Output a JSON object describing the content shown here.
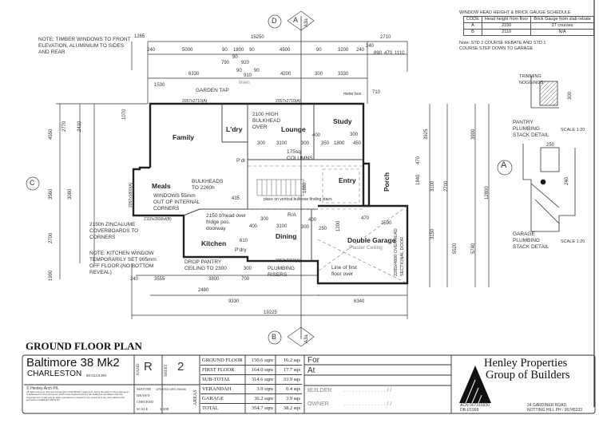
{
  "notes": {
    "timber": "NOTE: TIMBER WINDOWS TO FRONT ELEVATION, ALUMINIUM TO SIDES AND REAR",
    "garden_tap": "GARDEN TAP",
    "bulkhead": "2100 HIGH BULKHEAD OVER",
    "columns": "175sq COLUMNS",
    "bulkheads": "BULKHEADS TO 2260h",
    "windows": "WINDOWS 55mm OUT OF INTERNAL CORNERS",
    "zincalume": "2150h ZINCALUME COVERBOARDS TO CORNERS",
    "kitchen_window": "NOTE: KITCHEN WINDOW TEMPORARILY SET 905mm OFF FLOOR (NO BOTTOM REVEAL)",
    "fridge": "2150 b'head over fridge pos. doorway",
    "pantry_ceiling": "DROP PANTRY CEILING TO 2300",
    "plumbing_risers": "PLUMBING RISERS",
    "first_floor": "Line of first floor over",
    "plaster": "Plaster Ceiling",
    "sectional": "2285x4800 OVERHEAD SECTIONAL DOOR",
    "stair": "place on vertical bullnose finding stairs",
    "linen": "linen",
    "ra": "R/A",
    "meter": "meter box"
  },
  "rooms": {
    "family": "Family",
    "laundry": "L'dry",
    "lounge": "Lounge",
    "study": "Study",
    "meals": "Meals",
    "entry": "Entry",
    "porch": "Porch",
    "kitchen": "Kitchen",
    "dining": "Dining",
    "garage": "Double Garage",
    "pantry": "P'dry",
    "pwd": "P'dr"
  },
  "dims": {
    "top": [
      "1265",
      "15250",
      "2710",
      "240",
      "5000",
      "90",
      "1800",
      "90",
      "4500",
      "90",
      "3200",
      "240",
      "240",
      "890",
      "470",
      "1110",
      "790",
      "90",
      "920",
      "90",
      "910",
      "90",
      "6330",
      "4200",
      "300",
      "3330",
      "1530",
      "710"
    ],
    "bottom": [
      "240",
      "3555",
      "3800",
      "700",
      "2480",
      "9330",
      "6340",
      "19225"
    ],
    "left": [
      "4550",
      "2770",
      "2410",
      "3560",
      "3080",
      "2700",
      "1990",
      "1070"
    ],
    "right": [
      "3925",
      "3900",
      "1840",
      "3100",
      "2700",
      "3150",
      "5520",
      "5740",
      "12800",
      "470"
    ],
    "inner": [
      "300",
      "3100",
      "300",
      "400",
      "350",
      "1800",
      "300",
      "450",
      "400",
      "300",
      "3100",
      "300",
      "400",
      "1880",
      "1200",
      "470",
      "2590",
      "250",
      "435",
      "610",
      "300"
    ]
  },
  "window_tags": [
    "2057x2710(A)",
    "2057x2710(A)",
    "2057x2710(A)",
    "2110x2890vl(B)",
    "2057x1800(A)"
  ],
  "sections": {
    "d": "D",
    "b": "B",
    "c": "C",
    "a": "A",
    "a3a": "A3a"
  },
  "schedule": {
    "title": "WINDOW HEAD HEIGHT & BRICK GAUGE SCHEDULE",
    "headers": [
      "CODE",
      "Head height from floor",
      "Brick Gauge from slab rebate"
    ],
    "rows": [
      [
        "A",
        "2150",
        "27 courses"
      ],
      [
        "B",
        "2110",
        "N/A"
      ]
    ],
    "note": "Note: STD 2 COURSE REBATE AND STD 1 COURSE STEP DOWN TO GARAGE"
  },
  "details": {
    "trimming": "TRIMMING NOGGINGS",
    "pantry_stack": "PANTRY PLUMBING STACK DETAIL",
    "garage_stack": "GARAGE PLUMBING STACK DETAIL",
    "scale": "SCALE 1:20",
    "d300": "300",
    "d250": "250",
    "d240": "240",
    "label_a": "A"
  },
  "plan_title": "GROUND FLOOR PLAN",
  "title_block": {
    "design": "Baltimore 38 Mk2",
    "facade": "CHARLESTON",
    "facade_code": "90.013.8.RH",
    "hand_label": "HAND",
    "hand": "R",
    "sheet_label": "SHEET",
    "sheet": "2",
    "copyright": "© Henley Arch P/L",
    "copyright_text": "All rights reserved - this set of drawings is COPYRIGHT. Apart from use by the party to whom this report is addressed for the purpose for which it was supplied and any fair dealing as permitted under the Copyright Act no part may be used, reproduced or copied by any means or in any form without prior permission of HENLEY ARCH P/L",
    "matter_label": "MATTER",
    "matter": "UPDATED DRG 25/5/06",
    "drawn_label": "DRAWN",
    "checked_label": "CHECKED",
    "scale_label": "SCALE",
    "scale": "1:100",
    "areas_label": "AREAS",
    "areas": [
      {
        "name": "GROUND FLOOR",
        "sqm": "150.6 sqm",
        "sqs": "16.2 sqs"
      },
      {
        "name": "FIRST FLOOR",
        "sqm": "164.0 sqm",
        "sqs": "17.7 sqs"
      },
      {
        "name": "SUB-TOTAL",
        "sqm": "314.6 sqm",
        "sqs": "33.9 sqs"
      },
      {
        "name": "VERANDAH",
        "sqm": "3.9 sqm",
        "sqs": "0.4 sqs"
      },
      {
        "name": "GARAGE",
        "sqm": "36.2 sqm",
        "sqs": "3.9 sqs"
      },
      {
        "name": "TOTAL",
        "sqm": "354.7 sqm",
        "sqs": "38.2 sqs"
      }
    ],
    "for_label": "For",
    "at_label": "At",
    "builder_label": "BUILDER",
    "owner_label": "OWNER",
    "sign_line": ". . . . . . . . . . . . . . /   /",
    "company_line1": "Henley Properties",
    "company_line2": "Group of Builders",
    "acn": "ACN 007316930",
    "db": "DB-U1999",
    "address1": "24 GARDINER ROAD,",
    "address2": "NOTTING HILL PH : 95745333"
  }
}
